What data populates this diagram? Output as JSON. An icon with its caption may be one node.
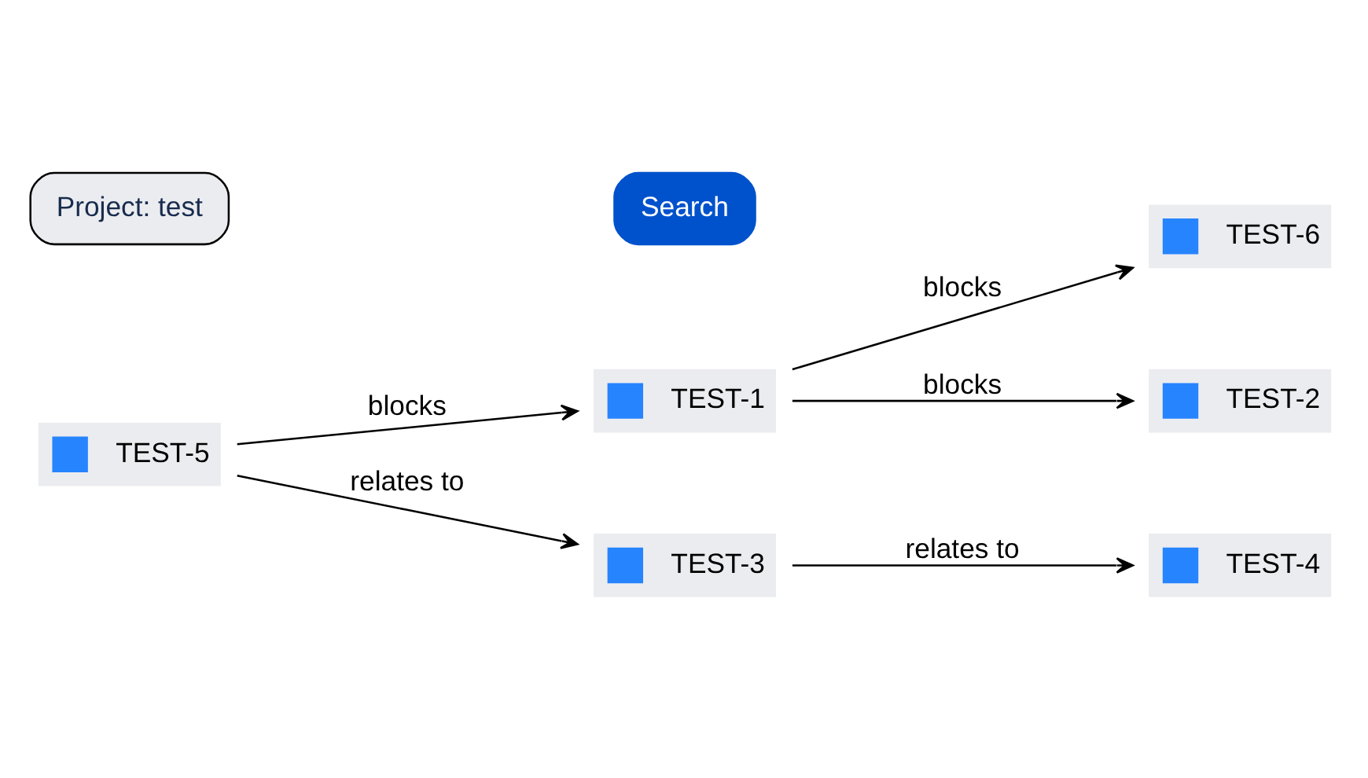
{
  "diagram": {
    "nodes": [
      {
        "text": [
          "TEST-5"
        ]
      },
      {
        "text": [
          "TEST-1"
        ]
      },
      {
        "text": [
          "TEST-2"
        ]
      },
      {
        "text": [
          "TEST-6"
        ]
      },
      {
        "text": [
          "TEST-3"
        ]
      },
      {
        "text": [
          "TEST-4"
        ]
      }
    ],
    "edges": [
      {
        "from": 0,
        "to": 1,
        "arrow": "to",
        "label": "blocks"
      },
      {
        "from": 0,
        "to": 4,
        "arrow": "to",
        "label": "relates to"
      },
      {
        "from": 1,
        "to": 2,
        "arrow": "to",
        "label": "blocks"
      },
      {
        "from": 1,
        "to": 3,
        "arrow": "to",
        "label": "blocks"
      },
      {
        "from": 4,
        "to": 5,
        "arrow": "to",
        "label": "relates to"
      }
    ],
    "labels": [
      "Project: test",
      "Search"
    ]
  }
}
